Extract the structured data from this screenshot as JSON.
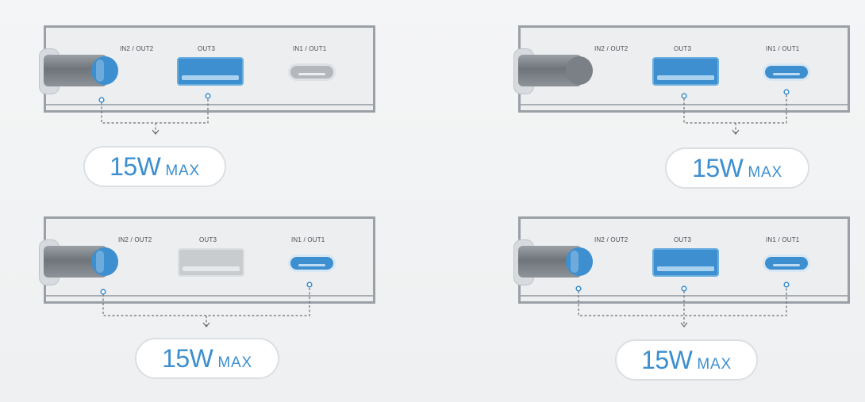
{
  "accent_color": "#3d8fd0",
  "inactive_color": "#b4b8bc",
  "port_labels": {
    "in2_out2": "IN2 / OUT2",
    "out3": "OUT3",
    "in1_out1": "IN1 / OUT1"
  },
  "badge": {
    "value": "15W",
    "unit": "MAX"
  },
  "scenarios": [
    {
      "active": [
        "in2_out2",
        "out3"
      ]
    },
    {
      "active": [
        "out3",
        "in1_out1"
      ]
    },
    {
      "active": [
        "in2_out2",
        "in1_out1"
      ]
    },
    {
      "active": [
        "in2_out2",
        "out3",
        "in1_out1"
      ]
    }
  ]
}
